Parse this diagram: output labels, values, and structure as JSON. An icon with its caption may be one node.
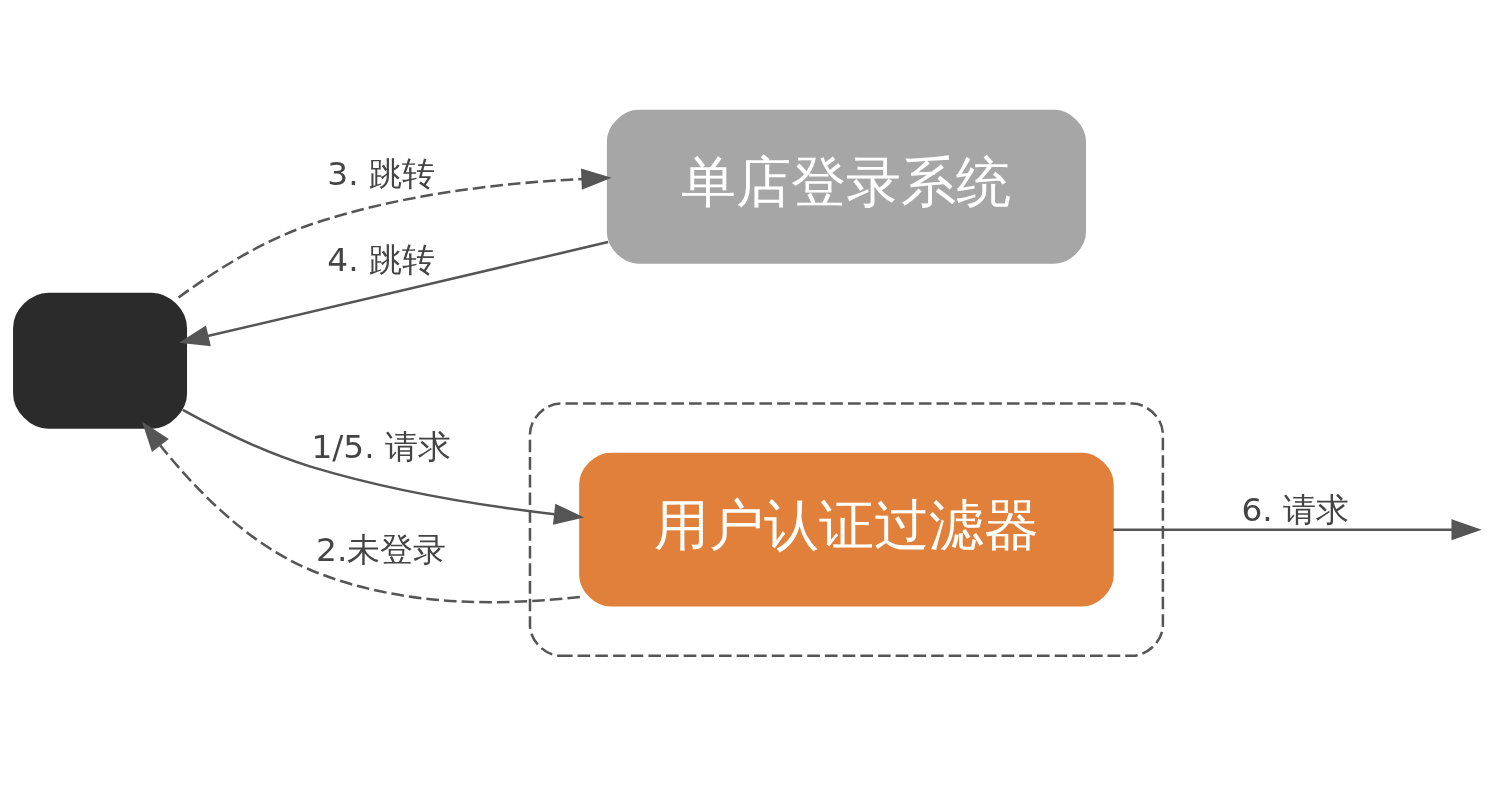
{
  "diagram": {
    "nodes": [
      {
        "text": [],
        "shape": "monitor"
      },
      {
        "text": [
          "单店登录系统"
        ]
      },
      {
        "text": [],
        "shape": "box"
      },
      {
        "text": [
          "用户认证过滤器"
        ],
        "in": 2
      }
    ],
    "edges": [
      {
        "from": 0,
        "to": 3,
        "arrow": "to",
        "label": "1/5. 请求"
      },
      {
        "from": 3,
        "to": 0,
        "arrow": "to",
        "label": "2.未登录",
        "style": "dashed"
      },
      {
        "from": 0,
        "to": 1,
        "arrow": "to",
        "label": "3. 跳转",
        "style": "dashed"
      },
      {
        "from": 1,
        "to": 0,
        "arrow": "to",
        "label": "4. 跳转"
      },
      {
        "from": 3,
        "to": null,
        "arrow": "to",
        "label": "6. 请求"
      }
    ]
  }
}
